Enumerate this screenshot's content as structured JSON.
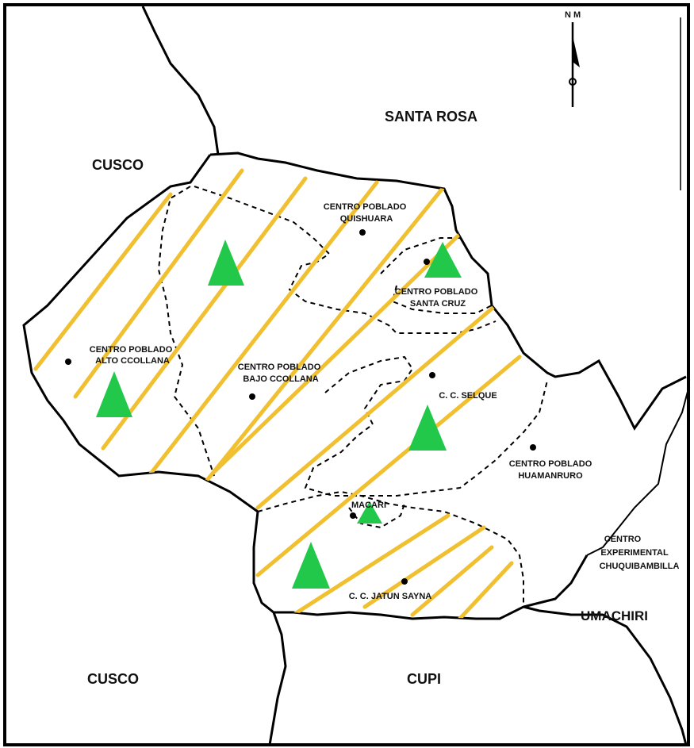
{
  "map": {
    "regions": {
      "santa_rosa": "SANTA ROSA",
      "cusco_top": "CUSCO",
      "cusco_bottom": "CUSCO",
      "cupi": "CUPI",
      "umachiri": "UMACHIRI",
      "experimental_1": "CENTRO",
      "experimental_2": "EXPERIMENTAL",
      "experimental_3": "CHUQUIBAMBILLA"
    },
    "places": {
      "quishuara_1": "CENTRO POBLADO",
      "quishuara_2": "QUISHUARA",
      "santa_cruz_1": "CENTRO POBLADO",
      "santa_cruz_2": "SANTA CRUZ",
      "alto_1": "CENTRO POBLADO",
      "alto_2": "ALTO CCOLLANA",
      "bajo_1": "CENTRO POBLADO",
      "bajo_2": "BAJO CCOLLANA",
      "selque": "C. C. SELQUE",
      "huamanruro_1": "CENTRO POBLADO",
      "huamanruro_2": "HUAMANRURO",
      "macari": "MACARI",
      "jatun_sayna": "C. C. JATUN SAYNA"
    },
    "north_arrow": {
      "label": "N M",
      "icon": "north-arrow-icon"
    },
    "colors": {
      "hatch": "#f0c030",
      "triangle": "#22c84a",
      "border": "#000000"
    }
  }
}
